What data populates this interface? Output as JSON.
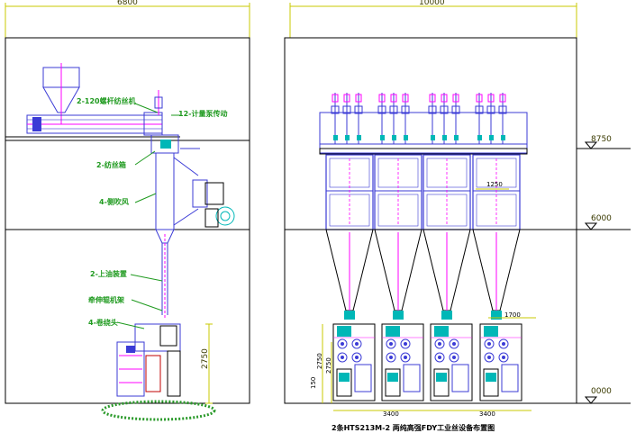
{
  "left_view": {
    "top_dimension": "6800",
    "labels": {
      "spinning_machine": "2-120螺杆纺丝机",
      "metering_pump": "12-计量泵传动",
      "spinning_box": "2-纺丝箱",
      "side_blower": "4-侧吹风",
      "oiling_device": "2-上油装置",
      "guide_frame": "牵伸辊机架",
      "winding_head": "4-卷绕头"
    },
    "side_dimension": "2750"
  },
  "right_view": {
    "top_dimension": "10000",
    "elevations": [
      "8750",
      "6000",
      "0000"
    ],
    "inner_dimension": "1250",
    "right_dimension": "1700",
    "left_dimensions": [
      "2750",
      "2750",
      "150"
    ],
    "bottom_dimensions": [
      "3400",
      "3400"
    ]
  },
  "title": "2条HTS213M-2 两纯高强FDY工业丝设备布置图",
  "colors": {
    "frame": "#000000",
    "equipment": "#3b3bd6",
    "pipe": "#ff00ff",
    "label": "#1f9a1f",
    "dimension": "#c8c800",
    "teal": "#00b7b7",
    "ground": "#2a9a2a"
  }
}
